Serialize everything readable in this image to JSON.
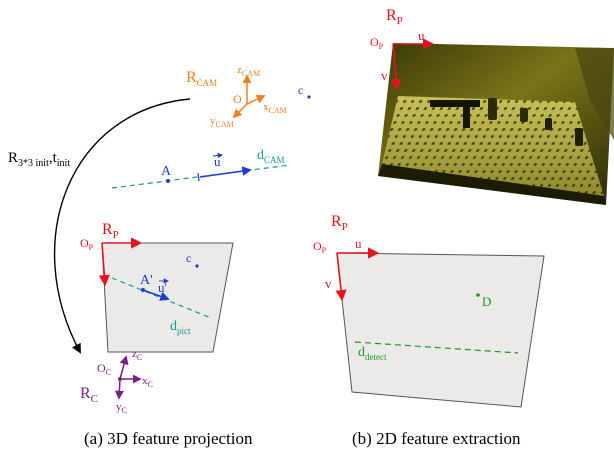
{
  "colors": {
    "red": "#e3141b",
    "orange": "#f07f1b",
    "blue": "#1f3bd6",
    "teal": "#119a8c",
    "purple": "#7a1f86",
    "green": "#1e9a1e",
    "plane_fill": "#eceae8",
    "plane_stroke": "#555555"
  },
  "panel_a": {
    "caption": "(a)  3D feature projection",
    "rcam": {
      "R": "R",
      "sub": "CAM"
    },
    "cam_axes": {
      "z": "z",
      "z_sub": "CAM",
      "x": "x",
      "x_sub": "CAM",
      "y": "y",
      "y_sub": "CAM",
      "origin": "O"
    },
    "c_cam": "c",
    "transform": {
      "R": "R",
      "sub1": "3*3 init",
      "t": "t",
      "sub2": "init"
    },
    "point_A": "A",
    "vector_u": "u",
    "line_dcam": {
      "d": "d",
      "sub": "CAM"
    },
    "rp": {
      "R": "R",
      "sub": "P"
    },
    "op": {
      "O": "O",
      "sub": "P"
    },
    "c_pict": "c",
    "point_A_prime": "A'",
    "vector_u_prime": "u'",
    "line_dpict": {
      "d": "d",
      "sub": "pict"
    },
    "rc": {
      "R": "R",
      "sub": "C"
    },
    "oc": {
      "O": "O",
      "sub": "C"
    },
    "c_axes": {
      "z": "z",
      "z_sub": "C",
      "x": "x",
      "x_sub": "C",
      "y": "y",
      "y_sub": "C"
    }
  },
  "panel_b": {
    "caption": "(b)  2D feature extraction",
    "rp_top": {
      "R": "R",
      "sub": "P"
    },
    "op_top": {
      "O": "O",
      "sub": "P"
    },
    "u_top": "u",
    "v_top": "v",
    "rp": {
      "R": "R",
      "sub": "P"
    },
    "op": {
      "O": "O",
      "sub": "P"
    },
    "u": "u",
    "v": "v",
    "point_D": "D",
    "line_ddetect": {
      "d": "d",
      "sub": "detect"
    }
  }
}
